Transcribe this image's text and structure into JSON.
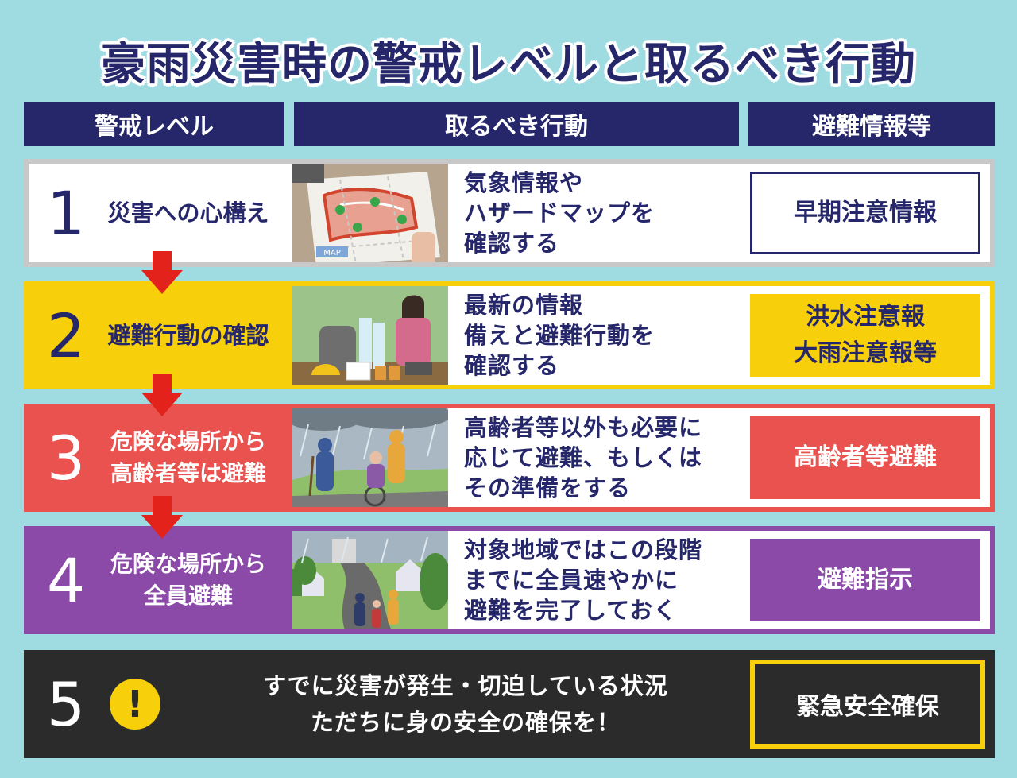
{
  "title": "豪雨災害時の警戒レベルと取るべき行動",
  "headers": {
    "level": "警戒レベル",
    "action": "取るべき行動",
    "info": "避難情報等"
  },
  "levels": [
    {
      "num": "1",
      "name": [
        "災害への心構え"
      ],
      "action": [
        "気象情報や",
        "ハザードマップを",
        "確認する"
      ],
      "info": [
        "早期注意情報"
      ],
      "map_label": "MAP"
    },
    {
      "num": "2",
      "name": [
        "避難行動の確認"
      ],
      "action": [
        "最新の情報",
        "備えと避難行動を",
        "確認する"
      ],
      "info": [
        "洪水注意報",
        "大雨注意報等"
      ]
    },
    {
      "num": "3",
      "name": [
        "危険な場所から",
        "高齢者等は避難"
      ],
      "action": [
        "高齢者等以外も必要に",
        "応じて避難、もしくは",
        "その準備をする"
      ],
      "info": [
        "高齢者等避難"
      ]
    },
    {
      "num": "4",
      "name": [
        "危険な場所から",
        "全員避難"
      ],
      "action": [
        "対象地域ではこの段階",
        "までに全員速やかに",
        "避難を完了しておく"
      ],
      "info": [
        "避難指示"
      ]
    },
    {
      "num": "5",
      "icon": "exclamation-icon",
      "warn_glyph": "!",
      "action": [
        "すでに災害が発生・切迫している状況",
        "ただちに身の安全の確保を！"
      ],
      "info": [
        "緊急安全確保"
      ]
    }
  ],
  "colors": {
    "background": "#9fdce2",
    "navy": "#25276a",
    "level2": "#f7cf0a",
    "level3": "#e9524e",
    "level4": "#8b4aa7",
    "level5": "#2b2b2b",
    "arrow": "#e3231b"
  }
}
